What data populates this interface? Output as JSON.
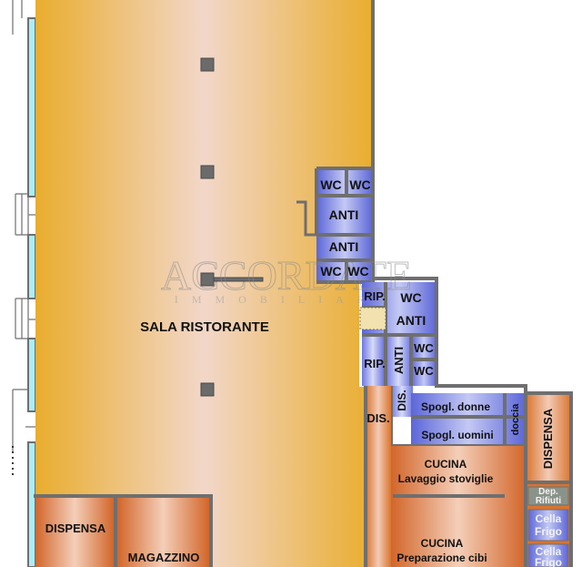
{
  "rooms": {
    "sala": "SALA RISTORANTE",
    "wc_a": "WC",
    "wc_b": "WC",
    "anti_top": "ANTI",
    "anti_mid": "ANTI",
    "wc_c": "WC",
    "wc_d": "WC",
    "rip_1": "RIP.",
    "wc_e": "WC",
    "anti_right": "ANTI",
    "rip_2": "RIP.",
    "anti_vert": "ANTI",
    "wc_f": "WC",
    "wc_g": "WC",
    "dis_vert": "DIS.",
    "dis": "DIS.",
    "spogl_donne": "Spogl. donne",
    "spogl_uomini": "Spogl. uomini",
    "doccia": "doccia",
    "dispensa_right": "DISPENSA",
    "cucina_1_title": "CUCINA",
    "cucina_1_sub": "Lavaggio stoviglie",
    "cucina_2_title": "CUCINA",
    "cucina_2_sub": "Preparazione cibi",
    "dep_rifiuti_1": "Dep.",
    "dep_rifiuti_2": "Rifiuti",
    "cella_1_a": "Cella",
    "cella_1_b": "Frigo",
    "cella_2_a": "Cella",
    "cella_2_b": "Frigo",
    "dispensa_left": "DISPENSA",
    "magazzino": "MAGAZZINO"
  },
  "watermark": {
    "brand": "ACCORDATE",
    "sub": "IMMOBILIARE"
  },
  "colors": {
    "wall": "#6f6f6f",
    "hall_gold": "#e9b034",
    "hall_pink": "#f2d6c6",
    "bath_blue": "#5b66d6",
    "bath_light": "#b9bff2",
    "kitchen_orange": "#d66a2a",
    "kitchen_light": "#f2c9b2",
    "window_cyan": "#a9eef6",
    "pillar": "#6b6b6b",
    "small_grey": "#8a938a"
  }
}
